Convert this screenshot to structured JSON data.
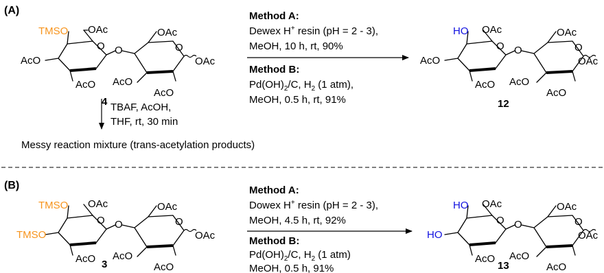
{
  "panel_a": {
    "label": "(A)",
    "start_number": "4",
    "product_number": "12",
    "start_subst": [
      "TMSO"
    ],
    "product_subst": [
      "HO"
    ],
    "method_a": {
      "title": "Method A:",
      "line1_pre": "Dewex H",
      "line1_sup": "+",
      "line1_post": " resin (pH = 2 - 3),",
      "line2": "MeOH, 10 h, rt, 90%"
    },
    "method_b": {
      "title": "Method B:",
      "line1_pre": "Pd(OH)",
      "line1_sub": "2",
      "line1_mid": "/C, H",
      "line1_sub2": "2",
      "line1_post": " (1 atm),",
      "line2": "MeOH, 0.5 h, rt, 91%"
    },
    "side_reagents": [
      "TBAF, AcOH,",
      "THF, rt, 30 min"
    ],
    "side_result": "Messy reaction mixture (trans-acetylation products)"
  },
  "panel_b": {
    "label": "(B)",
    "start_number": "3",
    "product_number": "13",
    "start_subst": [
      "TMSO",
      "TMSO"
    ],
    "product_subst": [
      "HO",
      "HO"
    ],
    "method_a": {
      "title": "Method A:",
      "line1_pre": "Dowex H",
      "line1_sup": "+",
      "line1_post": " resin (pH = 2 - 3),",
      "line2": "MeOH, 4.5 h, rt,  92%"
    },
    "method_b": {
      "title": "Method B:",
      "line1_pre": "Pd(OH)",
      "line1_sub": "2",
      "line1_mid": "/C, H",
      "line1_sub2": "2",
      "line1_post": " (1 atm)",
      "line2": "MeOH, 0.5 h, 91%"
    }
  },
  "groups": {
    "oac": "OAc",
    "aco": "AcO",
    "ring_o": "O",
    "link_o": "O"
  },
  "colors": {
    "protecting_group": "#F7941D",
    "hydroxyl": "#1010E0",
    "text": "#000000"
  }
}
